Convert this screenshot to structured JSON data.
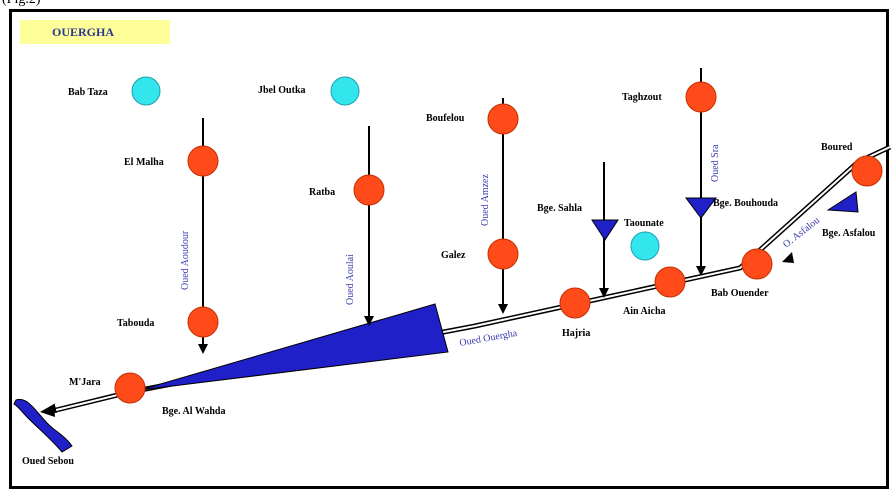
{
  "header_fragment": "(Fig.2)",
  "title": "OUERGHA",
  "stations": {
    "bab_taza": "Bab Taza",
    "jbel_outka": "Jbel Outka",
    "el_malha": "El Malha",
    "ratba": "Ratba",
    "boufelou": "Boufelou",
    "taghzout": "Taghzout",
    "boured": "Boured",
    "galez": "Galez",
    "tabouda": "Tabouda",
    "mjara": "M'Jara",
    "hajria": "Hajria",
    "ain_aicha": "Ain Aicha",
    "bab_ouender": "Bab Ouender",
    "taounate": "Taounate"
  },
  "dams": {
    "al_wahda": "Bge. Al Wahda",
    "sahla": "Bge. Sahla",
    "bouhouda": "Bge. Bouhouda",
    "asfalou": "Bge. Asfalou"
  },
  "rivers": {
    "aoudour": "Oued Aoudour",
    "aoulai": "Oued Aoulai",
    "amzez": "Oued Amzez",
    "sra": "Oued Sra",
    "asfalou": "O. Asfalou",
    "ouergha": "Oued Ouergha",
    "sebou": "Oued Sebou"
  },
  "colors": {
    "station_fill": "#ff4a1a",
    "station_stroke": "#c23000",
    "rain_gauge": "#33e6ee",
    "dam_fill": "#2020c8",
    "title_bg": "#ffff99",
    "river_text": "#3b3bb0"
  }
}
